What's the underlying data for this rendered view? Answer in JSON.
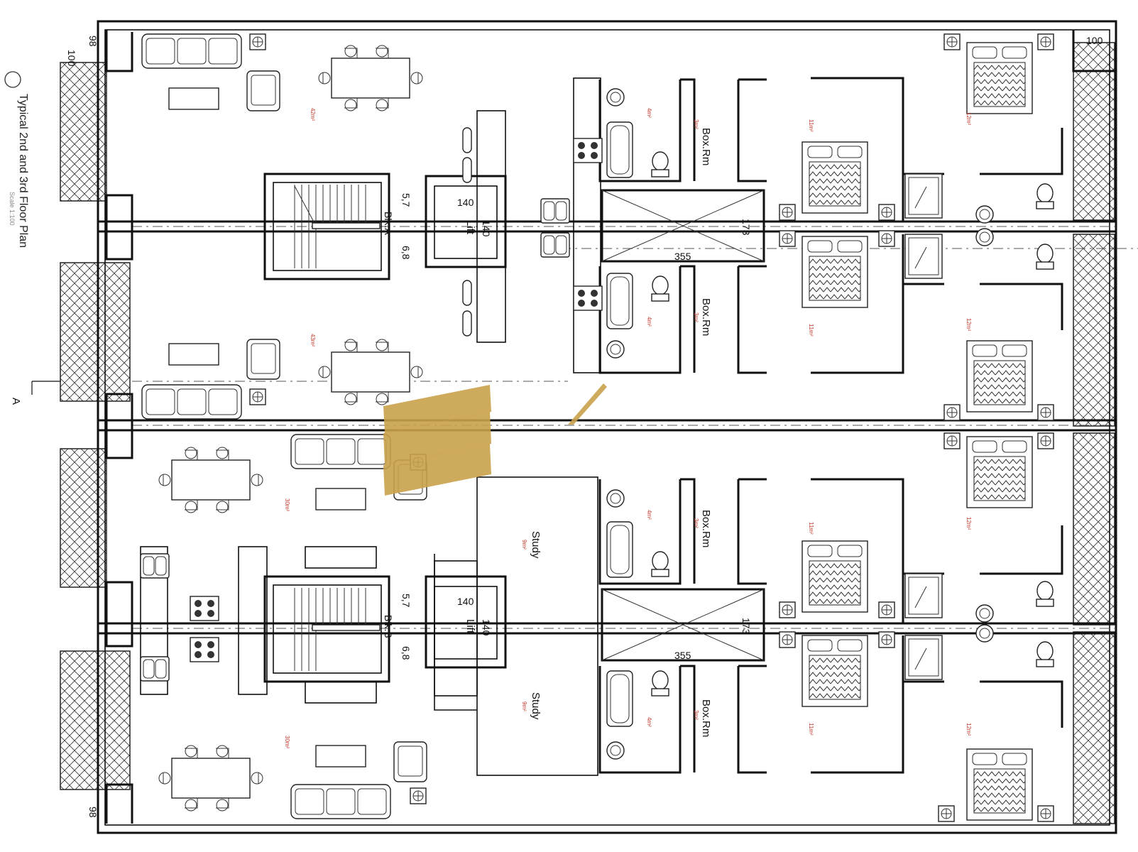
{
  "title": "Typical 2nd and 3rd Floor Plan",
  "scale": "Scale 1:100",
  "section_marker": "A",
  "colors": {
    "wall": "#111111",
    "area_text": "#c0392b",
    "logo_gold": "#c9a24a"
  },
  "block_a": {
    "name": "Blk.A",
    "lift": "Lift",
    "lift_w": "140",
    "lift_h": "140",
    "stair_w": "5,7",
    "stair_h": "6,8",
    "shaft_w": "355",
    "shaft_h": "173",
    "box_room_1": "Box.Rm",
    "box_room_2": "Box.Rm"
  },
  "block_b": {
    "name": "Blk.B",
    "lift": "Lift",
    "lift_w": "140",
    "lift_h": "140",
    "stair_w": "5,7",
    "stair_h": "6,8",
    "shaft_w": "355",
    "shaft_h": "173",
    "box_room_1": "Box.Rm",
    "box_room_2": "Box.Rm",
    "study_1": "Study",
    "study_2": "Study"
  },
  "wall_dims": {
    "top_left": "100",
    "top_left_b": "98",
    "top_right": "100",
    "bottom_left": "98"
  },
  "area_tags": [
    "42m²",
    "43m²",
    "30m²",
    "30m²",
    "4m²",
    "4m²",
    "4m²",
    "4m²",
    "11m²",
    "11m²",
    "11m²",
    "11m²",
    "12m²",
    "12m²",
    "12m²",
    "12m²",
    "3m²",
    "3m²",
    "3m²",
    "3m²",
    "9m²",
    "9m²"
  ]
}
